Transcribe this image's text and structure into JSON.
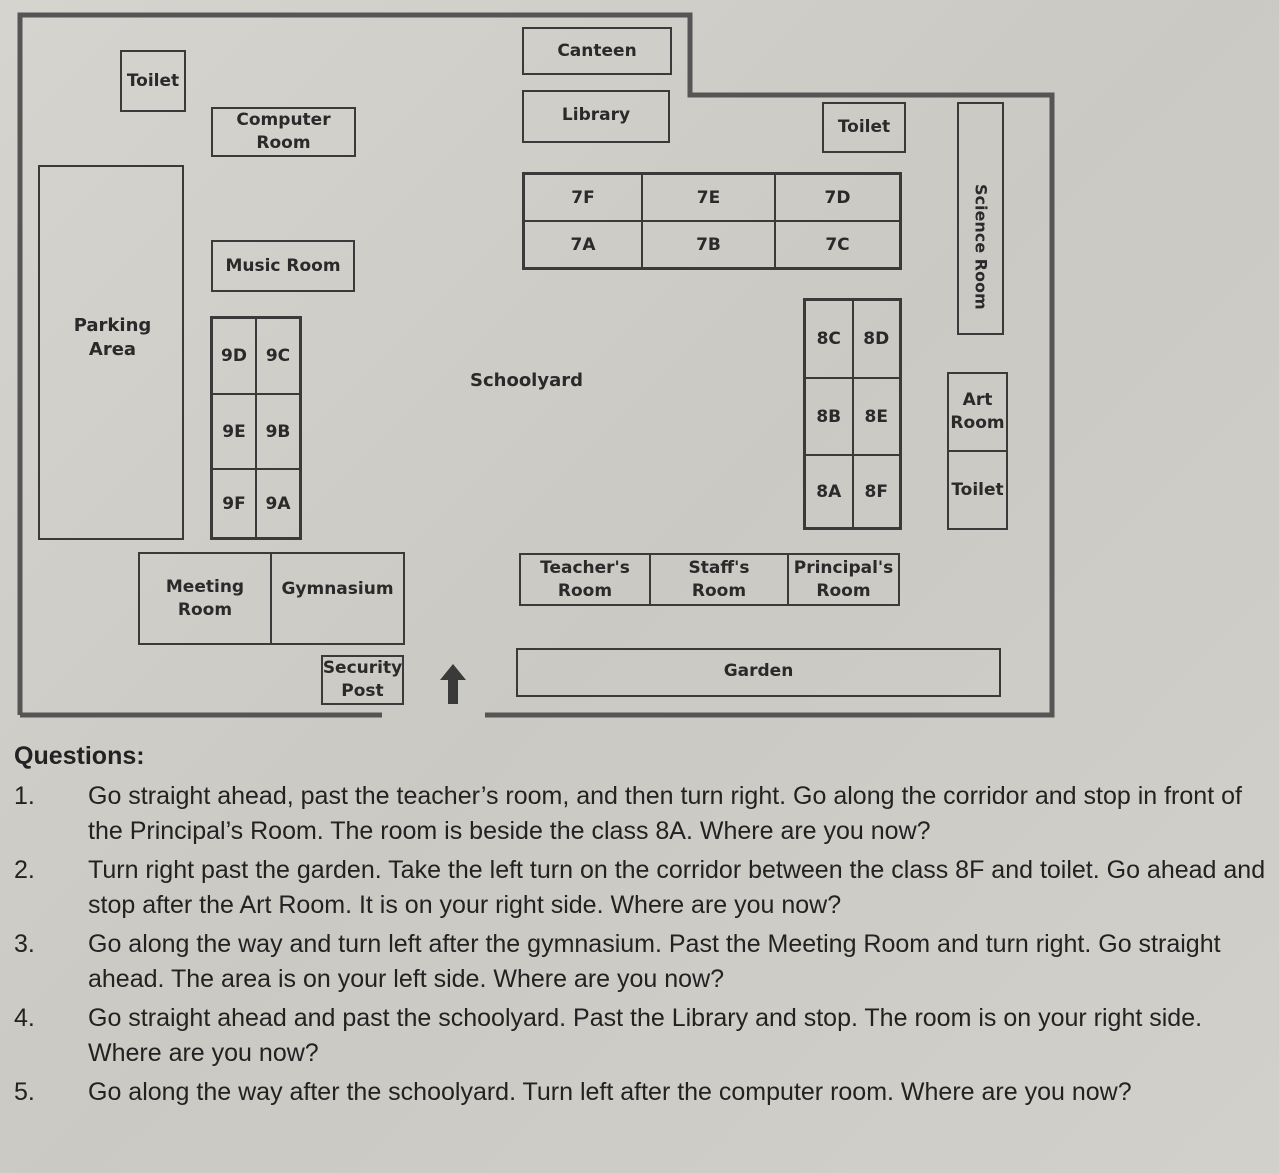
{
  "map": {
    "rooms": {
      "toilet_top_left": "Toilet",
      "canteen": "Canteen",
      "library": "Library",
      "computer_room": "Computer Room",
      "toilet_right": "Toilet",
      "science_room": "Science Room",
      "parking_area": "Parking Area",
      "music_room": "Music Room",
      "schoolyard": "Schoolyard",
      "art_room": "Art Room",
      "toilet_bottom_right": "Toilet",
      "meeting_room": "Meeting Room",
      "gymnasium": "Gymnasium",
      "teachers_room": "Teacher's Room",
      "staffs_room": "Staff's Room",
      "principals_room": "Principal's Room",
      "security_post": "Security Post",
      "garden": "Garden"
    },
    "class7": [
      "7F",
      "7E",
      "7D",
      "7A",
      "7B",
      "7C"
    ],
    "class9": [
      "9D",
      "9C",
      "9E",
      "9B",
      "9F",
      "9A"
    ],
    "class8": [
      "8C",
      "8D",
      "8B",
      "8E",
      "8A",
      "8F"
    ],
    "entrance_icon": "arrow-up-icon"
  },
  "questions": {
    "heading": "Questions:",
    "items": [
      {
        "num": "1.",
        "text": "Go straight ahead, past the teacher’s room, and then turn right. Go along the corridor and stop in front of the Principal’s Room. The room is beside the class 8A. Where are you now?"
      },
      {
        "num": "2.",
        "text": "Turn right past the garden. Take the left turn on the corridor between the class 8F and toilet. Go ahead and stop after the Art Room. It is on your right side. Where are you now?"
      },
      {
        "num": "3.",
        "text": "Go along the way and turn left after the gymnasium. Past the Meeting Room and turn right. Go straight ahead. The area is on your left side. Where are you now?"
      },
      {
        "num": "4.",
        "text": "Go straight ahead and past the schoolyard. Past the Library and stop. The room is on your right side. Where are you now?"
      },
      {
        "num": "5.",
        "text": "Go along the way after the schoolyard. Turn left after the computer room. Where are you now?"
      }
    ]
  }
}
